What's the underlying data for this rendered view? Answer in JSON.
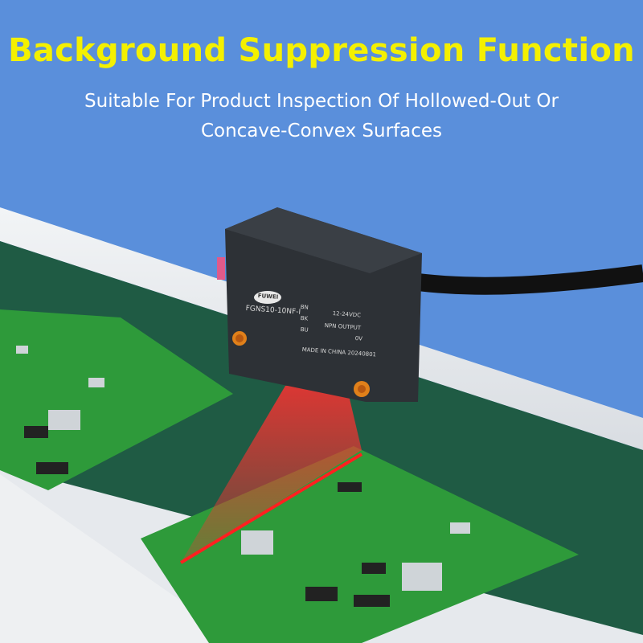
{
  "heading": {
    "title": "Background Suppression Function",
    "subtitle_line1": "Suitable For Product Inspection Of Hollowed-Out Or",
    "subtitle_line2": "Concave-Convex Surfaces"
  },
  "sensor": {
    "brand": "FUWEI",
    "model": "FGNS10-10NF-I",
    "wire_bn": "BN",
    "wire_bk": "BK",
    "wire_bu": "BU",
    "voltage": "12-24VDC",
    "output": "NPN OUTPUT",
    "ground": "0V",
    "origin": "MADE IN CHINA 20240801"
  },
  "colors": {
    "background": "#5a8fdb",
    "title": "#f4f000",
    "pcb": "#2e9a3a",
    "beam": "#e02020"
  }
}
